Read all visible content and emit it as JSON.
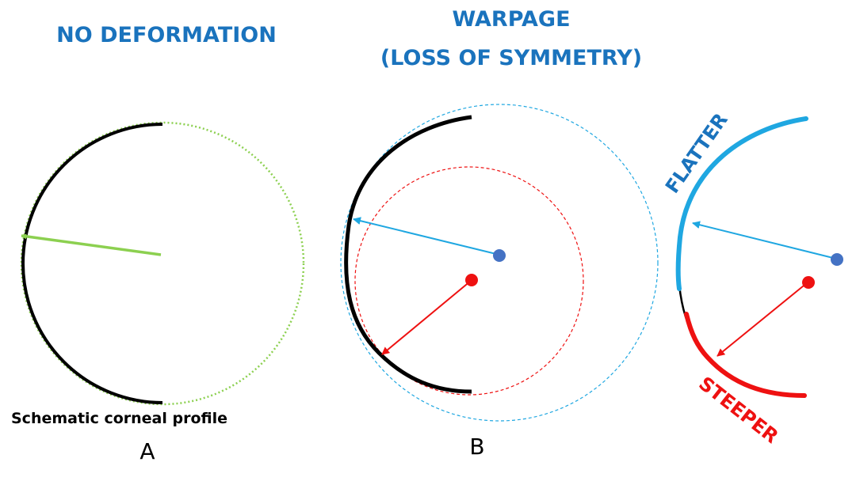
{
  "colors": {
    "title_blue": "#1a73bd",
    "green": "#8cd050",
    "light_blue": "#1fa7e1",
    "red": "#ee1111",
    "dot_blue": "#4472c4",
    "black": "#000000"
  },
  "panel_a": {
    "title": "NO DEFORMATION",
    "caption": "Schematic corneal profile",
    "letter": "A"
  },
  "panel_b": {
    "title_line1": "WARPAGE",
    "title_line2": "(LOSS OF SYMMETRY)",
    "letter": "B"
  },
  "panel_c": {
    "flatter_label": "FLATTER",
    "steeper_label": "STEEPER"
  }
}
